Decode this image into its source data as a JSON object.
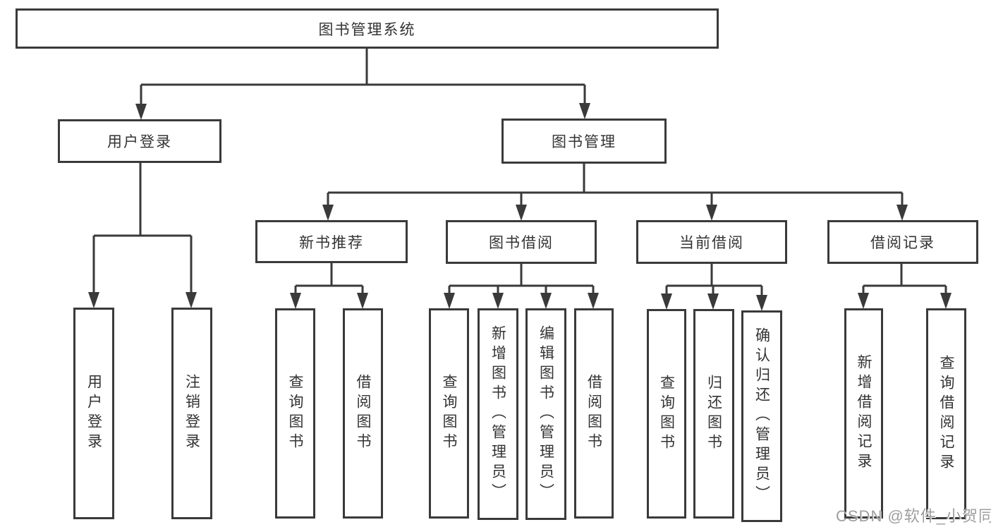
{
  "nodes": {
    "root": "图书管理系统",
    "user_login": "用户登录",
    "book_management": "图书管理",
    "new_book_recommend": "新书推荐",
    "book_borrowing": "图书借阅",
    "current_borrowing": "当前借阅",
    "borrowing_records": "借阅记录",
    "leaf_user_login": "用户登录",
    "leaf_logout": "注销登录",
    "leaf_recommend_query": "查询图书",
    "leaf_recommend_borrow": "借阅图书",
    "leaf_borrow_query": "查询图书",
    "leaf_borrow_add": "新增图书（管理员）",
    "leaf_borrow_edit": "编辑图书（管理员）",
    "leaf_borrow_borrow": "借阅图书",
    "leaf_current_query": "查询图书",
    "leaf_current_return": "归还图书",
    "leaf_current_confirm": "确认归还（管理员）",
    "leaf_records_add": "新增借阅记录",
    "leaf_records_query": "查询借阅记录"
  },
  "watermark": "CSDN @软件_小贺同学",
  "colors": {
    "line": "#3a3a3a",
    "text": "#333333",
    "background": "#ffffff",
    "watermark": "#9e9e9e"
  }
}
